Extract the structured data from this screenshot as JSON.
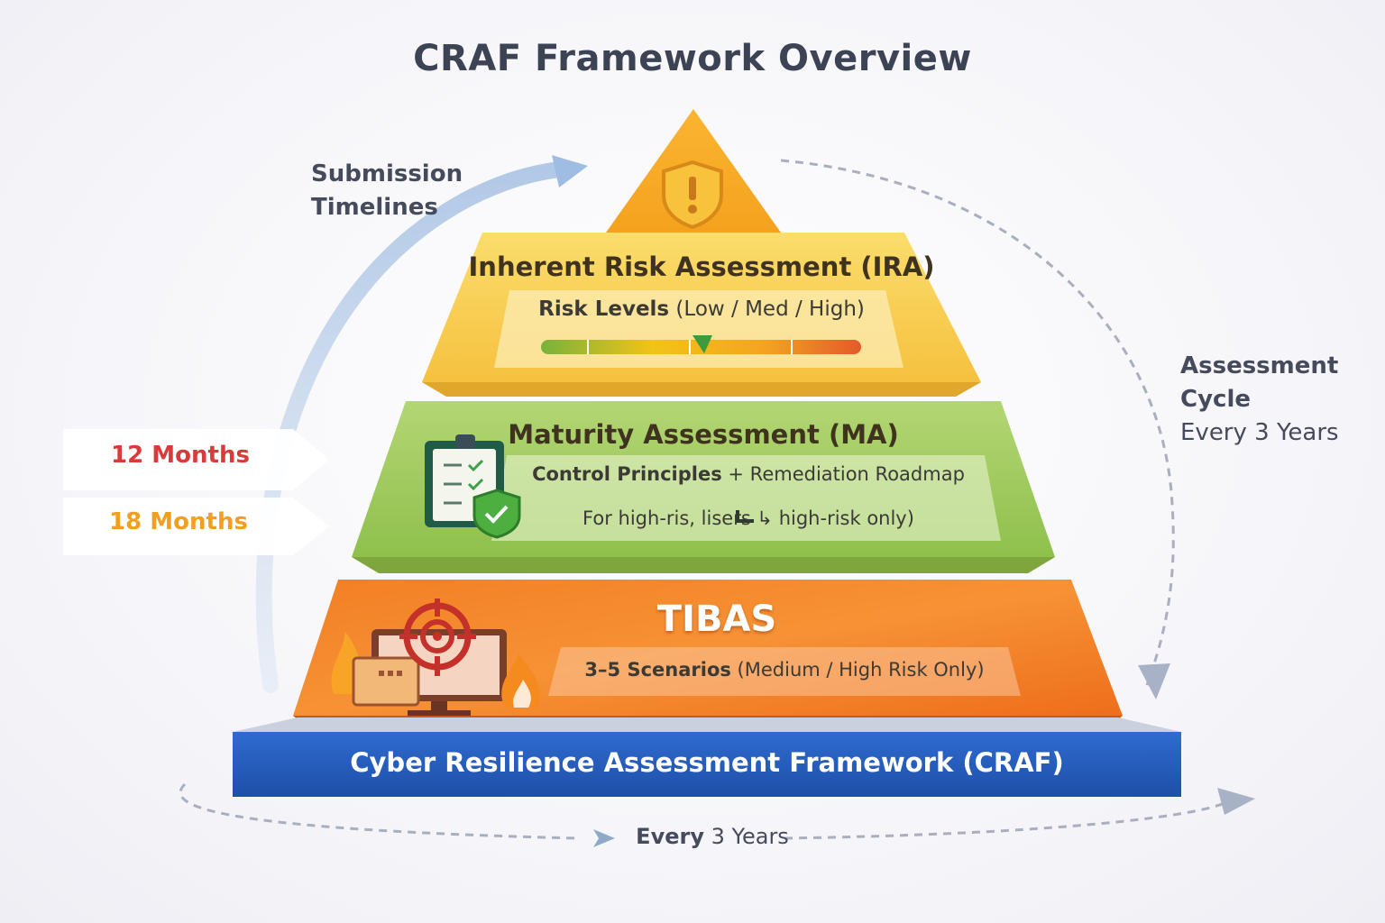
{
  "title": "CRAF Framework Overview",
  "colors": {
    "ira": "#f7c94a",
    "ma": "#9cc85a",
    "tibas": "#f28a2c",
    "craf_base": "#2a62c4",
    "month_12": "#d93a3a",
    "month_18": "#f0a01e",
    "arrow": "#8fa9c9"
  },
  "submission": {
    "line1": "Submission",
    "line2": "Timelines",
    "months": [
      {
        "label": "12 Months"
      },
      {
        "label": "18 Months"
      }
    ]
  },
  "assessment_cycle": {
    "line1": "Assessment",
    "line2": "Cycle",
    "line3": "Every 3 Years"
  },
  "peak": {
    "icon": "shield-warning-icon"
  },
  "ira": {
    "title": "Inherent Risk Assessment (IRA)",
    "sub_bold": "Risk Levels",
    "sub_rest": " (Low / Med / High)"
  },
  "ma": {
    "title": "Maturity Assessment (MA)",
    "line1_bold": "Control Principles",
    "line1_rest": " + Remediation Roadmap",
    "line2": "For high-ris, lisers ↳ high-risk only)",
    "icon": "clipboard-check-icon"
  },
  "tibas": {
    "title": "TIBAS",
    "sub_bold": "3–5 Scenarios",
    "sub_rest": " (Medium / High Risk Only)",
    "icon": "target-computer-icon"
  },
  "base": {
    "label": "Cyber Resilience Assessment Framework (CRAF)"
  },
  "bottom_cycle": {
    "bold": "Every",
    "rest": " 3 Years"
  }
}
